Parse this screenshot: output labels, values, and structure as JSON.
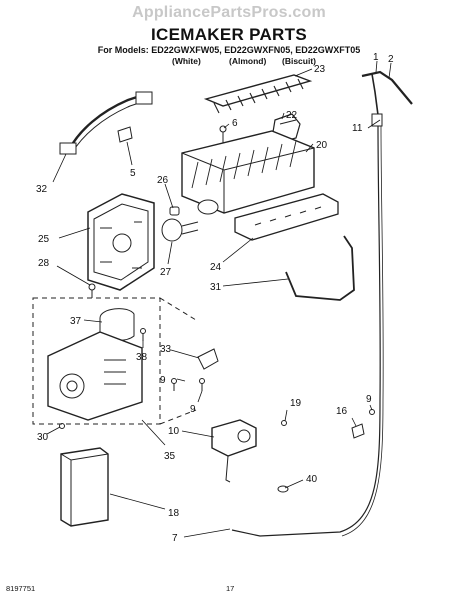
{
  "watermark": "AppliancePartsPros.com",
  "title": "ICEMAKER PARTS",
  "models_line": "For Models: ED22GWXFW05, ED22GWXFN05, ED22GWXFT05",
  "colors": [
    "(White)",
    "(Almond)",
    "(Biscuit)"
  ],
  "footer": {
    "doc_number": "8197751",
    "page_number": "17"
  },
  "callouts": [
    "1",
    "2",
    "23",
    "6",
    "22",
    "11",
    "20",
    "32",
    "5",
    "26",
    "25",
    "28",
    "27",
    "24",
    "31",
    "37",
    "38",
    "33",
    "9",
    "9",
    "19",
    "16",
    "9",
    "10",
    "30",
    "35",
    "40",
    "18",
    "7"
  ]
}
